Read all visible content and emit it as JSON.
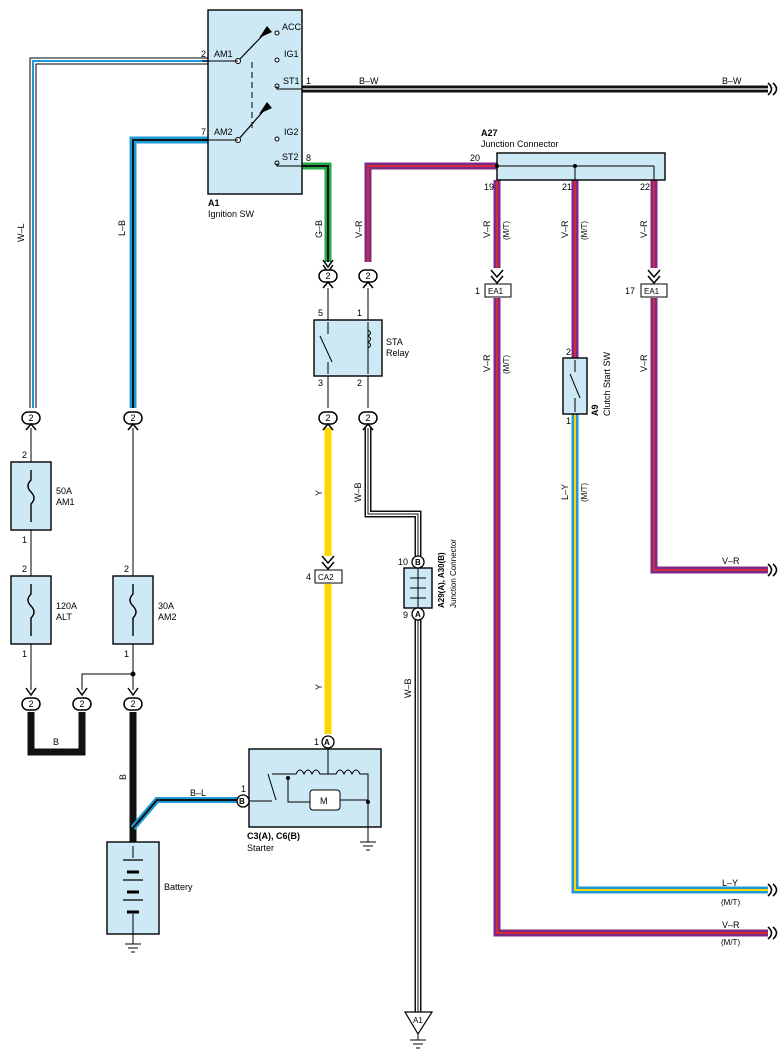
{
  "ignition_sw": {
    "id": "A1",
    "name": "Ignition SW",
    "terminals": {
      "acc": "ACC",
      "ig1": "IG1",
      "st1": "ST1",
      "am1": "AM1",
      "am2": "AM2",
      "ig2": "IG2",
      "st2": "ST2"
    },
    "pins": {
      "am1": "2",
      "am2": "7",
      "st1": "1",
      "st2": "8"
    }
  },
  "junction_a27": {
    "id": "A27",
    "name": "Junction Connector",
    "pins": {
      "in": "20",
      "out_19": "19",
      "out_21": "21",
      "out_22": "22"
    }
  },
  "sta_relay": {
    "name_line1": "STA",
    "name_line2": "Relay",
    "pins": {
      "p5": "5",
      "p1": "1",
      "p3": "3",
      "p2": "2"
    }
  },
  "clutch_sw": {
    "id": "A9",
    "name": "Clutch Start SW",
    "pins": {
      "top": "2",
      "bottom": "1"
    }
  },
  "fuses": {
    "am1": {
      "rating": "50A",
      "name": "AM1",
      "pin_top": "2",
      "pin_bottom": "1"
    },
    "alt": {
      "rating": "120A",
      "name": "ALT",
      "pin_top": "2",
      "pin_bottom": "1"
    },
    "am2": {
      "rating": "30A",
      "name": "AM2",
      "pin_top": "2",
      "pin_bottom": "1"
    }
  },
  "junction_a29": {
    "id": "A29(A), A30(B)",
    "name": "Junction Connector",
    "pin_b": "10",
    "pin_a": "9",
    "letter_b": "B",
    "letter_a": "A"
  },
  "starter": {
    "id": "C3(A), C6(B)",
    "name": "Starter",
    "pin_a": "1",
    "pin_b": "1",
    "letter_a": "A",
    "letter_b": "B",
    "motor": "M"
  },
  "battery": {
    "name": "Battery"
  },
  "connectors": {
    "ea1_left": {
      "name": "EA1",
      "pin": "1"
    },
    "ea1_right": {
      "name": "EA1",
      "pin": "17"
    },
    "ca2": {
      "name": "CA2",
      "pin": "4"
    },
    "circle_pin": "2"
  },
  "ground_a1": "A1",
  "wires": {
    "w_l": "W–L",
    "l_b": "L–B",
    "g_b": "G–B",
    "v_r": "V–R",
    "b_w": "B–W",
    "y": "Y",
    "w_b": "W–B",
    "b": "B",
    "b_l": "B–L",
    "l_y": "L–Y",
    "mt": "(M/T)"
  },
  "colors": {
    "black": "#111111",
    "white": "#ffffff",
    "blue": "#1e9ad6",
    "green": "#22a845",
    "violet": "#7b2a86",
    "red": "#d42a3a",
    "yellow": "#ffd700",
    "box_fill": "#cde9f5"
  }
}
